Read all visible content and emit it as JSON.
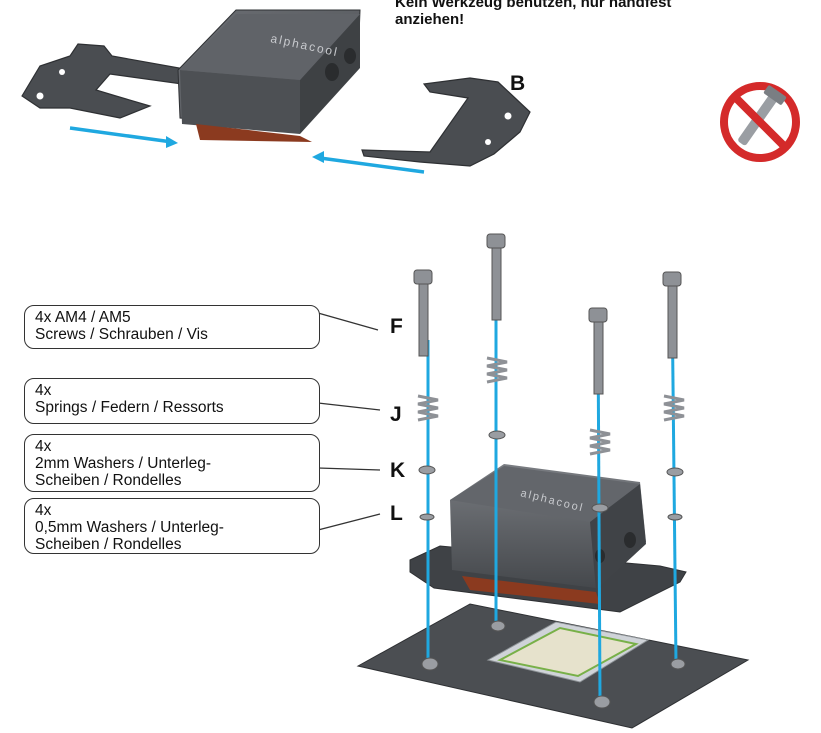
{
  "instruction": {
    "line1": "Kein Werkzeug benutzen, nur handfest",
    "line2": "anziehen!"
  },
  "product_logo": "alphacool",
  "step_letters": {
    "B": "B",
    "F": "F",
    "J": "J",
    "K": "K",
    "L": "L"
  },
  "callouts": {
    "screws": [
      "4x AM4 / AM5",
      "Screws / Schrauben / Vis"
    ],
    "springs": [
      "4x",
      "Springs / Federn / Ressorts"
    ],
    "washers_2mm": [
      "4x",
      "2mm Washers / Unterleg-",
      "Scheiben / Rondelles"
    ],
    "washers_05mm": [
      "4x",
      "0,5mm Washers / Unterleg-",
      "Scheiben / Rondelles"
    ]
  },
  "icons": {
    "no_tool": "no-tool-prohibition-icon"
  },
  "colors": {
    "guide_line": "#1fa8e0",
    "prohibition": "#d42a2a",
    "block_body": "#55585c"
  }
}
